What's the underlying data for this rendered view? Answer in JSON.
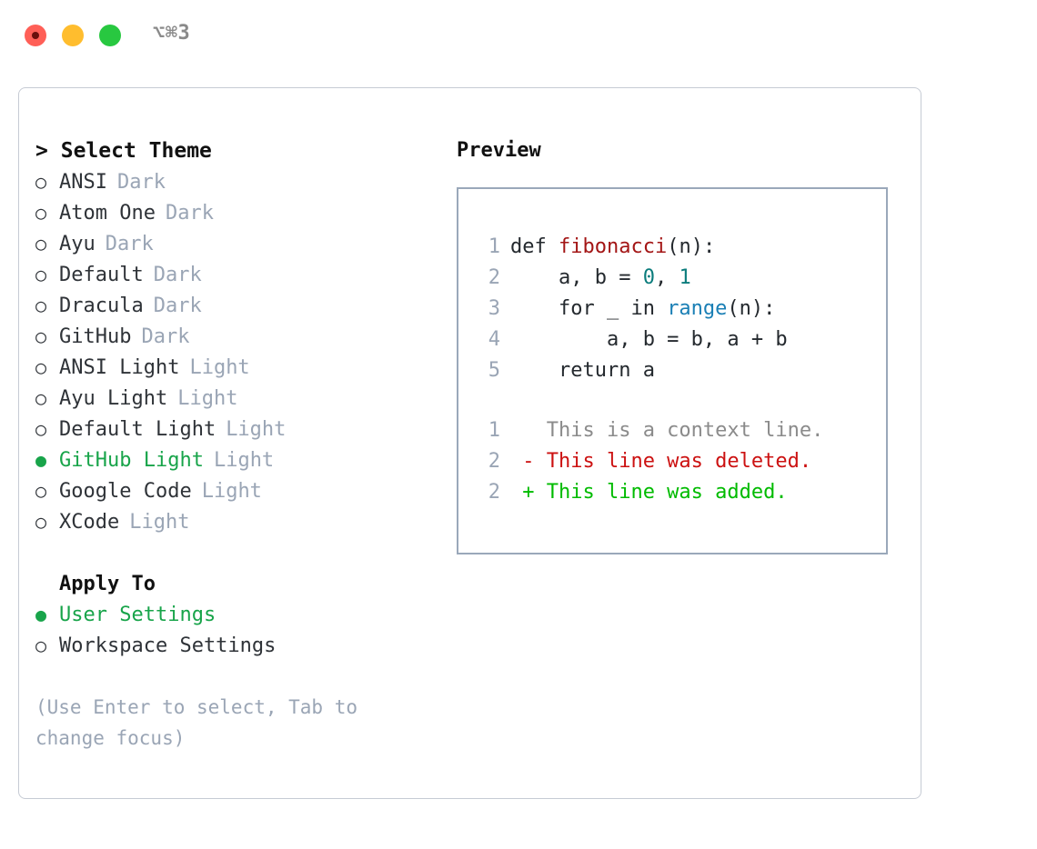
{
  "titlebar": {
    "shortcut": "⌥⌘3",
    "buttons": [
      {
        "name": "close",
        "color": "#ff5f57"
      },
      {
        "name": "minimize",
        "color": "#ffbd2e"
      },
      {
        "name": "maximize",
        "color": "#28c840"
      }
    ]
  },
  "theme_panel": {
    "heading": "Select Theme",
    "caret": ">",
    "marker_selected": "●",
    "marker_unselected": "○",
    "themes": [
      {
        "label": "ANSI",
        "tag": "Dark",
        "selected": false
      },
      {
        "label": "Atom One",
        "tag": "Dark",
        "selected": false
      },
      {
        "label": "Ayu",
        "tag": "Dark",
        "selected": false
      },
      {
        "label": "Default",
        "tag": "Dark",
        "selected": false
      },
      {
        "label": "Dracula",
        "tag": "Dark",
        "selected": false
      },
      {
        "label": "GitHub",
        "tag": "Dark",
        "selected": false
      },
      {
        "label": "ANSI Light",
        "tag": "Light",
        "selected": false
      },
      {
        "label": "Ayu Light",
        "tag": "Light",
        "selected": false
      },
      {
        "label": "Default Light",
        "tag": "Light",
        "selected": false
      },
      {
        "label": "GitHub Light",
        "tag": "Light",
        "selected": true
      },
      {
        "label": "Google Code",
        "tag": "Light",
        "selected": false
      },
      {
        "label": "XCode",
        "tag": "Light",
        "selected": false
      }
    ]
  },
  "apply_to": {
    "heading": "Apply To",
    "options": [
      {
        "label": "User Settings",
        "selected": true
      },
      {
        "label": "Workspace Settings",
        "selected": false
      }
    ]
  },
  "hint": "(Use Enter to select, Tab to change focus)",
  "preview": {
    "title": "Preview",
    "code_lines": [
      {
        "no": "1",
        "parts": [
          {
            "t": "def ",
            "c": "plain"
          },
          {
            "t": "fibonacci",
            "c": "fn"
          },
          {
            "t": "(n):",
            "c": "plain"
          }
        ]
      },
      {
        "no": "2",
        "parts": [
          {
            "t": "    a, b = ",
            "c": "plain"
          },
          {
            "t": "0",
            "c": "num"
          },
          {
            "t": ", ",
            "c": "plain"
          },
          {
            "t": "1",
            "c": "num"
          }
        ]
      },
      {
        "no": "3",
        "parts": [
          {
            "t": "    for _ in ",
            "c": "plain"
          },
          {
            "t": "range",
            "c": "call"
          },
          {
            "t": "(n):",
            "c": "plain"
          }
        ]
      },
      {
        "no": "4",
        "parts": [
          {
            "t": "        a, b = b, a + b",
            "c": "plain"
          }
        ]
      },
      {
        "no": "5",
        "parts": [
          {
            "t": "    return a",
            "c": "plain"
          }
        ]
      }
    ],
    "diff_lines": [
      {
        "no": "1",
        "sign": " ",
        "text": "This is a context line.",
        "kind": "ctx"
      },
      {
        "no": "2",
        "sign": "-",
        "text": "This line was deleted.",
        "kind": "del"
      },
      {
        "no": "2",
        "sign": "+",
        "text": "This line was added.",
        "kind": "add"
      }
    ]
  },
  "colors": {
    "selected_green": "#18a44a",
    "muted": "#9aa5b5",
    "diff_delete": "#cc1111",
    "diff_add": "#00bb00",
    "syntax_function": "#a31515",
    "syntax_number": "#0b7c7c",
    "syntax_call": "#1a7fb5",
    "panel_border": "#c6cbd4",
    "preview_border": "#9aa8ba"
  }
}
